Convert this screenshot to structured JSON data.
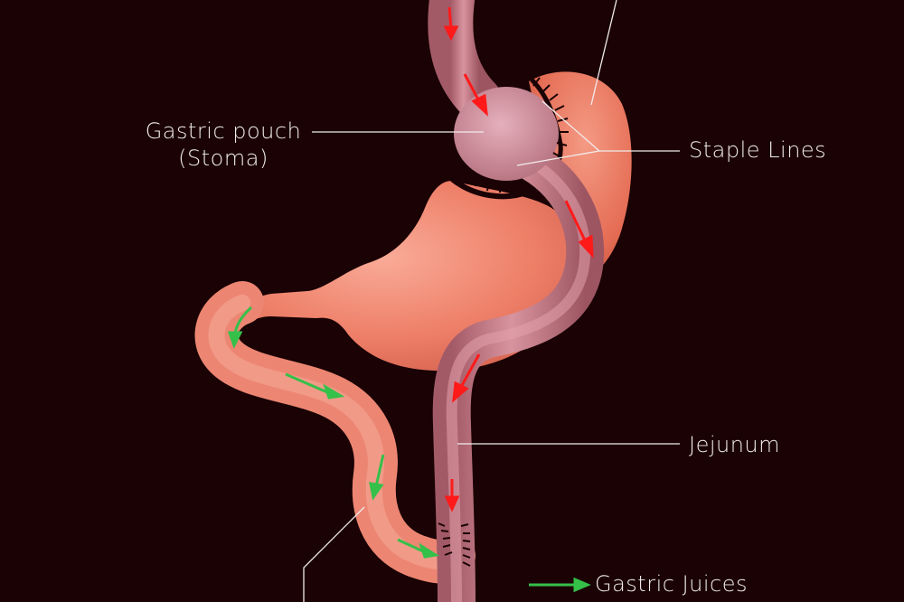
{
  "labels": {
    "gastric_pouch": "Gastric pouch",
    "stoma": "(Stoma)",
    "staple_lines": "Staple Lines",
    "jejunum": "Jejunum",
    "gastric_juices": "Gastric Juices"
  },
  "colors": {
    "background": "#1a0205",
    "stomach": "#f08a73",
    "intestine": "#c98089",
    "food_arrow": "#ff1a1a",
    "juice_arrow": "#35c04a",
    "leader_line": "#f2ecec",
    "staple": "#1a0205"
  }
}
